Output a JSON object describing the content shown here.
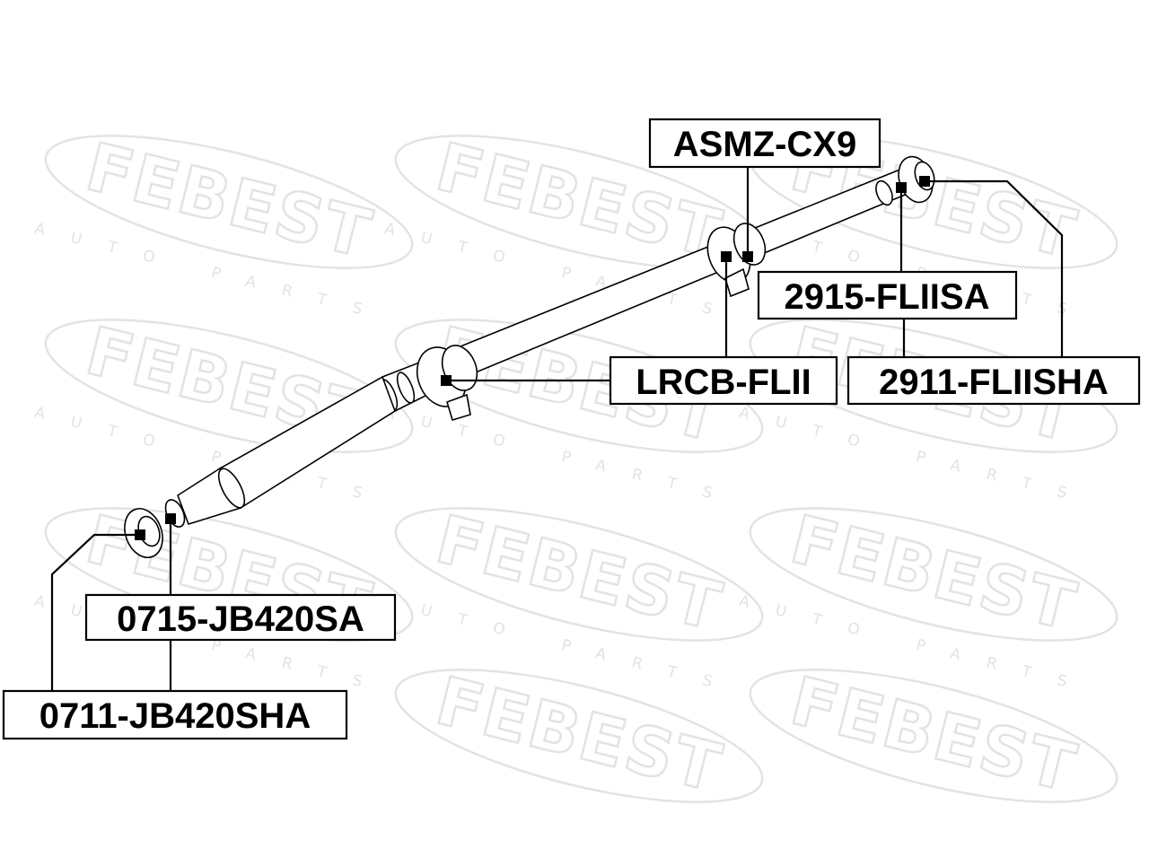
{
  "watermark": {
    "brand": "FEBEST",
    "sub": "AUTO PARTS"
  },
  "parts": [
    {
      "id": "asmz",
      "label": "ASMZ-CX9"
    },
    {
      "id": "fl15",
      "label": "2915-FLIISA"
    },
    {
      "id": "lrcb",
      "label": "LRCB-FLII"
    },
    {
      "id": "fl11",
      "label": "2911-FLIISHA"
    },
    {
      "id": "jb15",
      "label": "0715-JB420SA"
    },
    {
      "id": "jb11",
      "label": "0711-JB420SHA"
    }
  ]
}
